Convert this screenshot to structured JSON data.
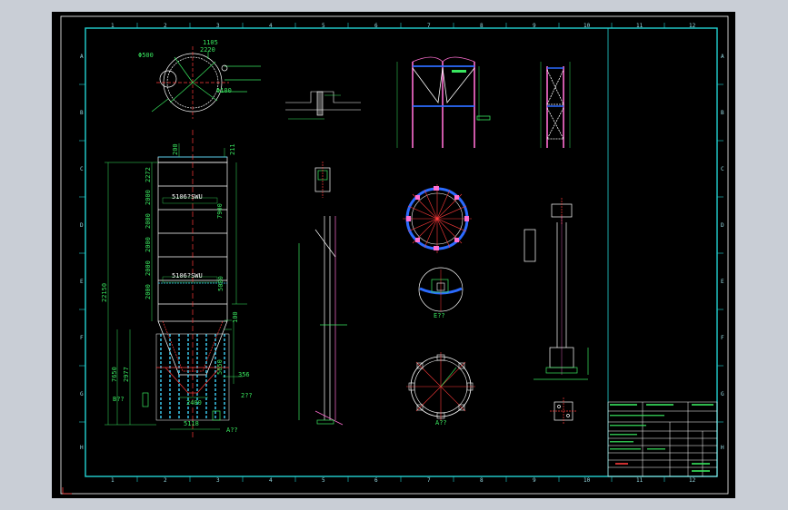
{
  "drawing": {
    "colors": {
      "background": "#000000",
      "border": "#22d3d3",
      "frame_outer": "#ffffff",
      "dimension": "#39e75f",
      "section": "#ff3b3b",
      "member": "#ff6fd2",
      "steel": "#2b6bff",
      "text": "#ffffff"
    },
    "grid": {
      "columns_top": [
        "1",
        "2",
        "3",
        "4",
        "5",
        "6",
        "7",
        "8",
        "9",
        "10",
        "11",
        "12"
      ],
      "columns_bottom": [
        "1",
        "2",
        "3",
        "4",
        "5",
        "6",
        "7",
        "8",
        "9",
        "10",
        "11",
        "12"
      ],
      "rows": [
        "A",
        "B",
        "C",
        "D",
        "E",
        "F",
        "G",
        "H"
      ]
    },
    "silo_dims": {
      "plan_1105": "1105",
      "plan_2220": "2220",
      "plan_phi500": "Φ500",
      "plan_phi100": "Φ100",
      "top_200": "200",
      "top_211": "211",
      "seg_2272": "2272",
      "seg_2000_a": "2000",
      "seg_2000_b": "2000",
      "seg_2000_c": "2000",
      "seg_2000_d": "2000",
      "seg_2000_e": "2000",
      "overall_22150": "22150",
      "right_7900": "7900",
      "right_5000": "5000",
      "right_100": "100",
      "base_7650": "7650",
      "base_2977": "2977",
      "base_5650": "5650",
      "base_2400": "2400",
      "base_5118": "5118",
      "base_356": "356",
      "label_b": "B??",
      "label_a": "A??",
      "label_2pp": "2??",
      "label_e": "E??",
      "label_a2": "A??",
      "inner_text_1": "5106?SWU",
      "inner_text_2": "5106?SWU"
    }
  }
}
